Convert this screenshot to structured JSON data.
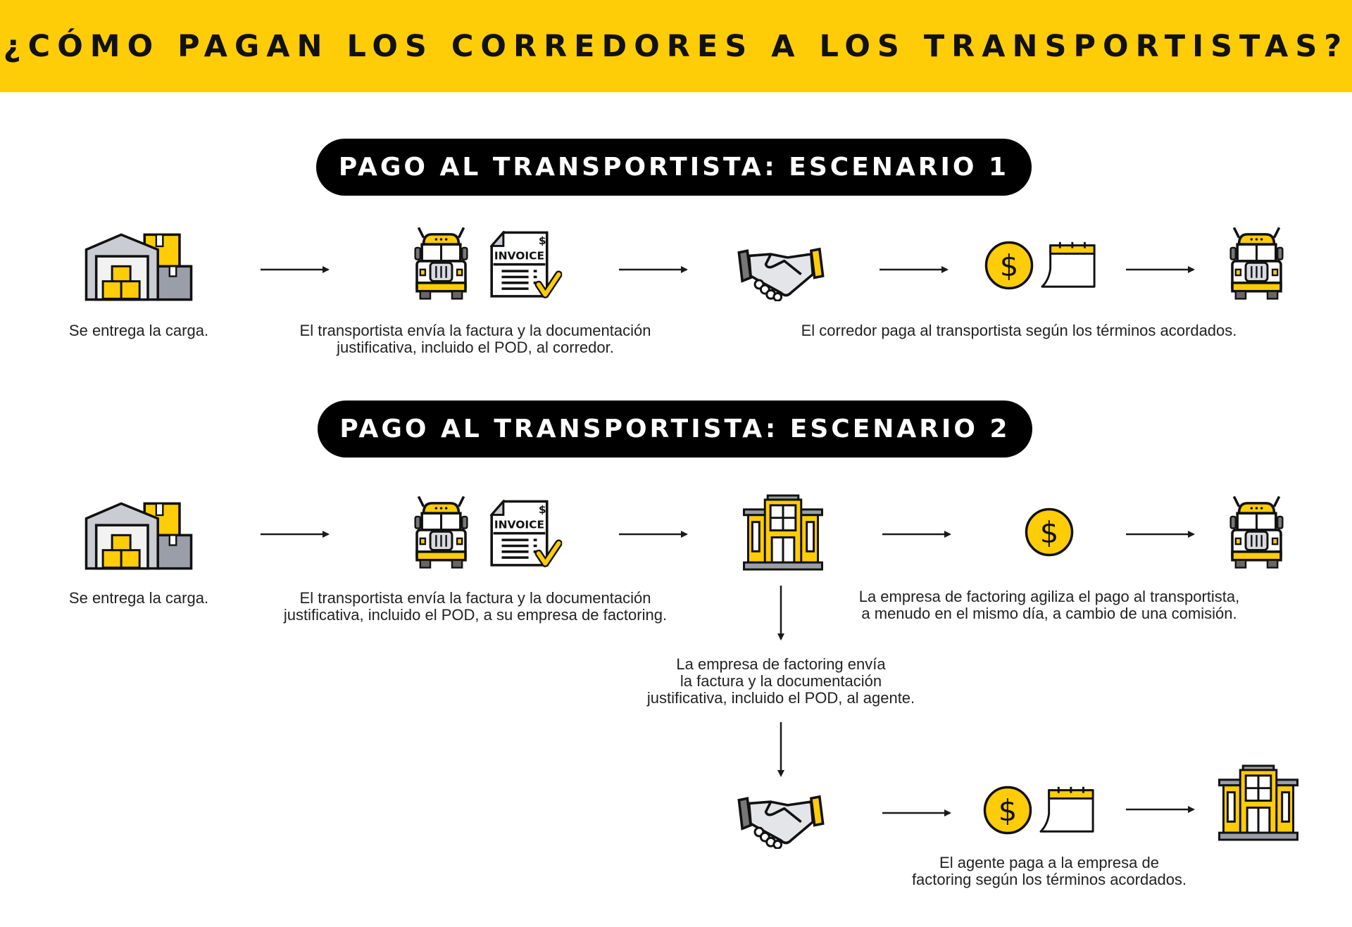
{
  "title": "¿CÓMO PAGAN LOS CORREDORES A LOS TRANSPORTISTAS?",
  "colors": {
    "accent": "#FFCC08",
    "dark": "#111111",
    "gray": "#9A9EA8"
  },
  "scenario1": {
    "heading": "PAGO AL TRANSPORTISTA: ESCENARIO 1",
    "steps": [
      {
        "icons": [
          "warehouse-icon"
        ],
        "text": "Se entrega la carga."
      },
      {
        "icons": [
          "truck-icon",
          "invoice-icon"
        ],
        "text_lines": [
          "El transportista envía la factura y la documentación",
          "justificativa, incluido el POD, al corredor."
        ]
      },
      {
        "icons": [
          "handshake-icon"
        ]
      },
      {
        "icons": [
          "dollar-coin-icon",
          "calendar-icon"
        ]
      },
      {
        "icons": [
          "truck-icon"
        ]
      }
    ],
    "payment_text": "El corredor paga al transportista según los términos acordados."
  },
  "scenario2": {
    "heading": "PAGO AL TRANSPORTISTA: ESCENARIO 2",
    "steps": [
      {
        "icons": [
          "warehouse-icon"
        ],
        "text": "Se entrega la carga."
      },
      {
        "icons": [
          "truck-icon",
          "invoice-icon"
        ],
        "text_lines": [
          "El transportista envía la factura y la documentación",
          "justificativa, incluido el POD, a su empresa de factoring."
        ]
      },
      {
        "icons": [
          "building-icon"
        ]
      },
      {
        "icons": [
          "dollar-coin-icon"
        ]
      },
      {
        "icons": [
          "truck-icon"
        ]
      }
    ],
    "factoring_text_lines": [
      "La empresa de factoring agiliza el pago al transportista,",
      "a menudo en el mismo día, a cambio de una comisión."
    ],
    "forward_text_lines": [
      "La empresa de factoring envía",
      "la factura y la documentación",
      "justificativa, incluido el POD, al agente."
    ],
    "agent_text_lines": [
      "El agente paga a la empresa de",
      "factoring según los términos acordados."
    ],
    "invoice_label": "INVOICE"
  }
}
